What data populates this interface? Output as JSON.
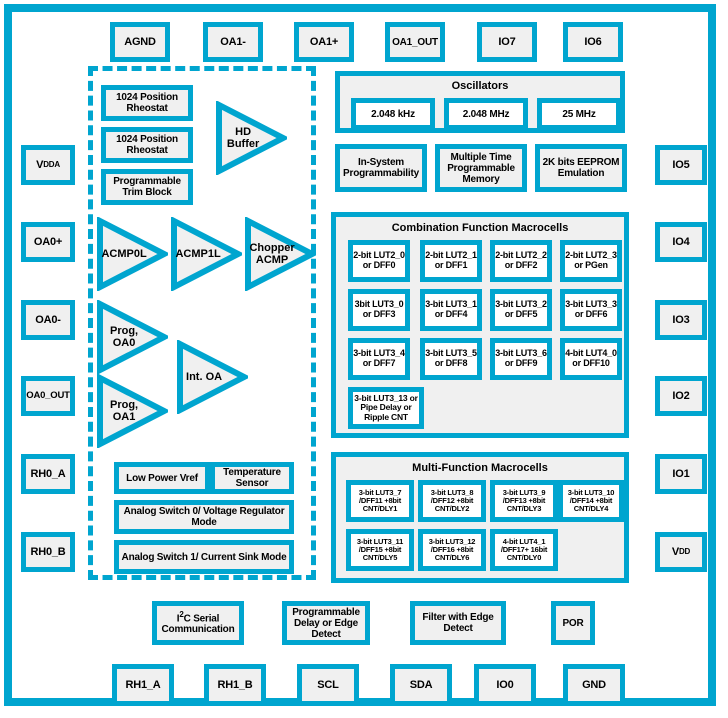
{
  "diagram": {
    "title": "Mixed-Signal Programmable Device Block Diagram",
    "accent_color": "#00A5CF",
    "block_fill": "#F0F0F0",
    "macrocell_fill": "#FFFFFF"
  },
  "top_pins": [
    {
      "label": "AGND"
    },
    {
      "label": "OA1-"
    },
    {
      "label": "OA1+"
    },
    {
      "label": "OA1_OUT"
    },
    {
      "label": "IO7"
    },
    {
      "label": "IO6"
    }
  ],
  "left_pins": [
    {
      "label": "VDDA",
      "base": "V",
      "sub": "DDA"
    },
    {
      "label": "OA0+"
    },
    {
      "label": "OA0-"
    },
    {
      "label": "OA0_OUT"
    },
    {
      "label": "RH0_A"
    },
    {
      "label": "RH0_B"
    }
  ],
  "right_pins": [
    {
      "label": "IO5"
    },
    {
      "label": "IO4"
    },
    {
      "label": "IO3"
    },
    {
      "label": "IO2"
    },
    {
      "label": "IO1"
    },
    {
      "label": "VDD",
      "base": "V",
      "sub": "DD"
    }
  ],
  "bottom_pins": [
    {
      "label": "RH1_A"
    },
    {
      "label": "RH1_B"
    },
    {
      "label": "SCL"
    },
    {
      "label": "SDA"
    },
    {
      "label": "IO0"
    },
    {
      "label": "GND"
    }
  ],
  "analog": {
    "blocks": [
      {
        "label": "1024 Position Rheostat"
      },
      {
        "label": "1024 Position Rheostat"
      },
      {
        "label": "Programmable Trim Block"
      }
    ],
    "amplifiers": [
      {
        "label": "HD Buffer"
      },
      {
        "label": "ACMP0L"
      },
      {
        "label": "ACMP1L"
      },
      {
        "label": "Chopper ACMP"
      },
      {
        "label": "Prog, OA0"
      },
      {
        "label": "Int. OA"
      },
      {
        "label": "Prog, OA1"
      }
    ],
    "lower_blocks": [
      {
        "label": "Low Power Vref"
      },
      {
        "label": "Temperature Sensor"
      },
      {
        "label": "Analog Switch 0/ Voltage Regulator Mode"
      },
      {
        "label": "Analog Switch 1/ Current Sink Mode"
      }
    ]
  },
  "oscillators": {
    "title": "Oscillators",
    "items": [
      {
        "label": "2.048 kHz"
      },
      {
        "label": "2.048 MHz"
      },
      {
        "label": "25 MHz"
      }
    ]
  },
  "memory_row": [
    {
      "label": "In-System Programmability"
    },
    {
      "label": "Multiple Time Programmable Memory"
    },
    {
      "label": "2K bits EEPROM Emulation"
    }
  ],
  "combination_macrocells": {
    "title": "Combination Function Macrocells",
    "cells": [
      {
        "label": "2-bit LUT2_0 or DFF0"
      },
      {
        "label": "2-bit LUT2_1 or DFF1"
      },
      {
        "label": "2-bit LUT2_2 or DFF2"
      },
      {
        "label": "2-bit LUT2_3 or PGen"
      },
      {
        "label": "3bit LUT3_0 or DFF3"
      },
      {
        "label": "3-bit LUT3_1 or DFF4"
      },
      {
        "label": "3-bit LUT3_2 or DFF5"
      },
      {
        "label": "3-bit LUT3_3 or DFF6"
      },
      {
        "label": "3-bit LUT3_4 or DFF7"
      },
      {
        "label": "3-bit LUT3_5 or DFF8"
      },
      {
        "label": "3-bit LUT3_6 or DFF9"
      },
      {
        "label": "4-bit LUT4_0 or DFF10"
      },
      {
        "label": "3-bit LUT3_13 or Pipe Delay or Ripple CNT"
      }
    ]
  },
  "multi_function_macrocells": {
    "title": "Multi-Function Macrocells",
    "cells": [
      {
        "label": "3-bit LUT3_7 /DFF11 +8bit CNT/DLY1"
      },
      {
        "label": "3-bit LUT3_8 /DFF12 +8bit CNT/DLY2"
      },
      {
        "label": "3-bit LUT3_9 /DFF13 +8bit CNT/DLY3"
      },
      {
        "label": "3-bit LUT3_10 /DFF14 +8bit CNT/DLY4"
      },
      {
        "label": "3-bit LUT3_11 /DFF15 +8bit CNT/DLY5"
      },
      {
        "label": "3-bit LUT3_12 /DFF16 +8bit CNT/DLY6"
      },
      {
        "label": "4-bit LUT4_1 /DFF17+ 16bit CNT/DLY0"
      }
    ]
  },
  "bottom_blocks": [
    {
      "label": "I2C Serial Communication",
      "pre": "I",
      "sup": "2",
      "post": "C Serial Communication"
    },
    {
      "label": "Programmable Delay or Edge Detect"
    },
    {
      "label": "Filter with Edge Detect"
    },
    {
      "label": "POR"
    }
  ]
}
